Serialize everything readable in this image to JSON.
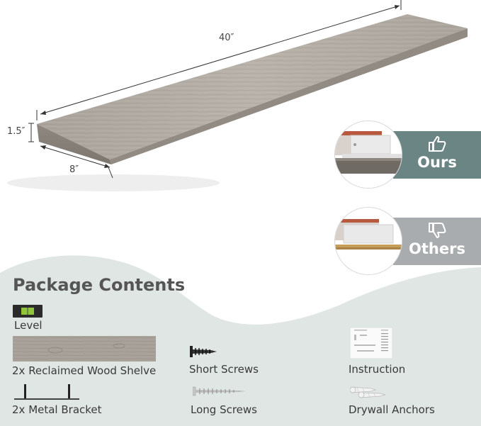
{
  "dimensions": {
    "length": "40″",
    "height": "1.5″",
    "depth": "8″"
  },
  "comparison": {
    "ours_label": "Ours",
    "others_label": "Others",
    "ours_icon": "thumbs-up-icon",
    "others_icon": "thumbs-down-icon",
    "ours_color": "#6b8584",
    "others_color": "#a9acae"
  },
  "package": {
    "title": "Package Contents",
    "background_color": "#dfe6e3",
    "items": {
      "level": "Level",
      "shelves": "2x Reclaimed Wood Shelve",
      "brackets": "2x Metal Bracket",
      "short_screws": "Short Screws",
      "long_screws": "Long Screws",
      "instruction": "Instruction",
      "anchors": "Drywall Anchors"
    }
  }
}
